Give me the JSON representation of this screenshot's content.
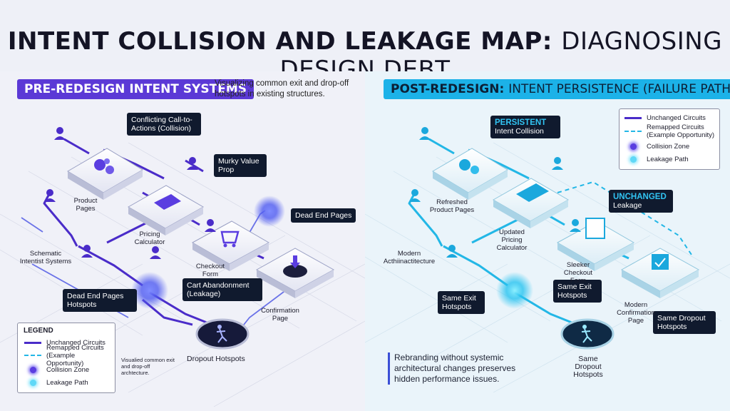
{
  "title": {
    "bold": "INTENT COLLISION AND LEAKAGE MAP:",
    "light": "DIAGNOSING DESIGN DEBT"
  },
  "left": {
    "header": "PRE-REDESIGN INTENT SYSTEMS",
    "subtitle": "Visualizing common exit and drop-off hotspots in existing structures.",
    "callouts": {
      "collision": "Conflicting Call-to-Actions (Collision)",
      "murky": "Murky Value Prop",
      "dead_end": "Dead End Pages",
      "cart": "Cart Abandonment (Leakage)",
      "hotspots": "Dead End Pages Hotspots"
    },
    "labels": {
      "product": "Product Pages",
      "pricing": "Pricing Calculator",
      "checkout": "Checkout Form",
      "confirmation": "Confirmation Page",
      "schematic": "Schematic Intentist Systems",
      "dropout": "Dropout Hotspots"
    },
    "legend": {
      "title": "LEGEND",
      "unchanged": "Unchanged Circuits",
      "remapped": "Remapped Circuits (Example Opportunity)",
      "collision": "Collision Zone",
      "leakage": "Leakage Path"
    },
    "legend_note": "Visualied common exit and drop-off archtecture."
  },
  "right": {
    "header_bold": "POST-REDESIGN:",
    "header_light": "INTENT PERSISTENCE (FAILURE PATHS)",
    "callouts": {
      "persistent_hl": "PERSISTENT",
      "persistent": "Intent Collision",
      "unchanged_hl": "UNCHANGED",
      "unchanged": "Leakage",
      "same_exit_left": "Same Exit Hotspots",
      "same_exit_mid": "Same Exit Hotspots",
      "same_dropout": "Same Dropout Hotspots"
    },
    "labels": {
      "product": "Refreshed Product Pages",
      "pricing": "Updated Pricing Calculator",
      "checkout": "Sleeker Checkout Form",
      "confirmation": "Modern Confirmation Page",
      "modern": "Modern Acthiinactitecture",
      "dropout": "Same Dropout Hotspots"
    },
    "legend": {
      "unchanged": "Unchanged Circuits",
      "remapped": "Remapped Circuits (Example Opportunity)",
      "collision": "Collision Zone",
      "leakage": "Leakage Path"
    },
    "note": "Rebranding without systemic architectural changes preserves hidden performance issues."
  },
  "colors": {
    "purple": "#4a2cc9",
    "cyan": "#23b7e6",
    "dark": "#101a2e"
  }
}
